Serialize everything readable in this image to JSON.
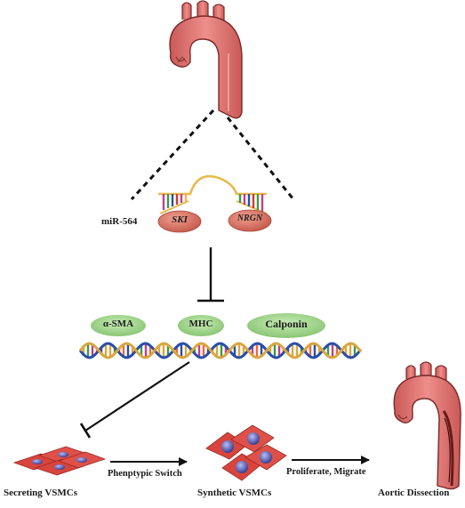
{
  "labels": {
    "mirna": "miR-564",
    "gene_left": "SKI",
    "gene_right": "NRGN",
    "marker_1": "α-SMA",
    "marker_2": "MHC",
    "marker_3": "Calponin",
    "cell_state_1": "Secreting VSMCs",
    "cell_state_2": "Synthetic VSMCs",
    "outcome": "Aortic Dissection",
    "arrow_1": "Phenptypic Switch",
    "arrow_2": "Proliferate, Migrate"
  },
  "colors": {
    "aorta_fill": "#e07a78",
    "aorta_stroke": "#7a2a2a",
    "gene_oval": "#d9786a",
    "marker_pill": "#9fd28a",
    "cell_fill": "#d9443c",
    "nucleus": "#4a4fb0",
    "rna_strand": "#e8b84a",
    "dna_blue": "#2a4da8",
    "dna_gold": "#d9a640"
  },
  "icons": [
    "aorta-top-icon",
    "rna-hairpin-icon",
    "dna-helix-icon",
    "cell-cluster-icon",
    "aorta-dissection-icon"
  ]
}
